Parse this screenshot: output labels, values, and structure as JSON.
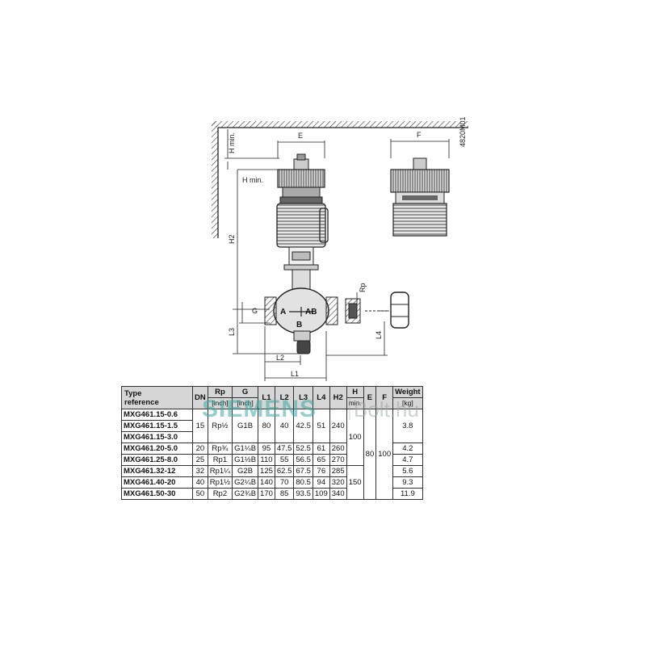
{
  "diagram": {
    "labels": {
      "h_min_1": "H min.",
      "h_min_2": "H min.",
      "e": "E",
      "f": "F",
      "h2": "H2",
      "g": "G",
      "l1": "L1",
      "l2": "L2",
      "l3": "L3",
      "l4": "L4",
      "rp": "Rp",
      "port_a": "A",
      "port_ab": "AB",
      "port_b": "B",
      "doc_code": "4820M01"
    }
  },
  "watermark": {
    "brand": "SIEMENS",
    "suffix": "Bolt.hu"
  },
  "table": {
    "headers": {
      "type": "Type",
      "type2": "reference",
      "dn": "DN",
      "rp": "Rp",
      "rp_unit": "[inch]",
      "g": "G",
      "g_unit": "[inch]",
      "l1": "L1",
      "l2": "L2",
      "l3": "L3",
      "l4": "L4",
      "h2": "H2",
      "h": "H",
      "h_unit": "min.",
      "e": "E",
      "f": "F",
      "weight": "Weight",
      "weight_unit": "[kg]"
    },
    "group1_types": [
      "MXG461.15-0.6",
      "MXG461.15-1.5",
      "MXG461.15-3.0"
    ],
    "group1": {
      "dn": "15",
      "rp": "Rp½",
      "g": "G1B",
      "l1": "80",
      "l2": "40",
      "l3": "42.5",
      "l4": "51",
      "h2": "240",
      "weight": "3.8"
    },
    "rows": [
      {
        "type": "MXG461.20-5.0",
        "dn": "20",
        "rp": "Rp¾",
        "g": "G1¼B",
        "l1": "95",
        "l2": "47.5",
        "l3": "52.5",
        "l4": "61",
        "h2": "260",
        "weight": "4.2"
      },
      {
        "type": "MXG461.25-8.0",
        "dn": "25",
        "rp": "Rp1",
        "g": "G1½B",
        "l1": "110",
        "l2": "55",
        "l3": "56.5",
        "l4": "65",
        "h2": "270",
        "weight": "4.7"
      },
      {
        "type": "MXG461.32-12",
        "dn": "32",
        "rp": "Rp1¼",
        "g": "G2B",
        "l1": "125",
        "l2": "62.5",
        "l3": "67.5",
        "l4": "76",
        "h2": "285",
        "weight": "5.6"
      },
      {
        "type": "MXG461.40-20",
        "dn": "40",
        "rp": "Rp1½",
        "g": "G2¼B",
        "l1": "140",
        "l2": "70",
        "l3": "80.5",
        "l4": "94",
        "h2": "320",
        "weight": "9.3"
      },
      {
        "type": "MXG461.50-30",
        "dn": "50",
        "rp": "Rp2",
        "g": "G2¾B",
        "l1": "170",
        "l2": "85",
        "l3": "93.5",
        "l4": "109",
        "h2": "340",
        "weight": "11.9"
      }
    ],
    "h_values": [
      "100",
      "150"
    ],
    "e_value": "80",
    "f_value": "100"
  }
}
